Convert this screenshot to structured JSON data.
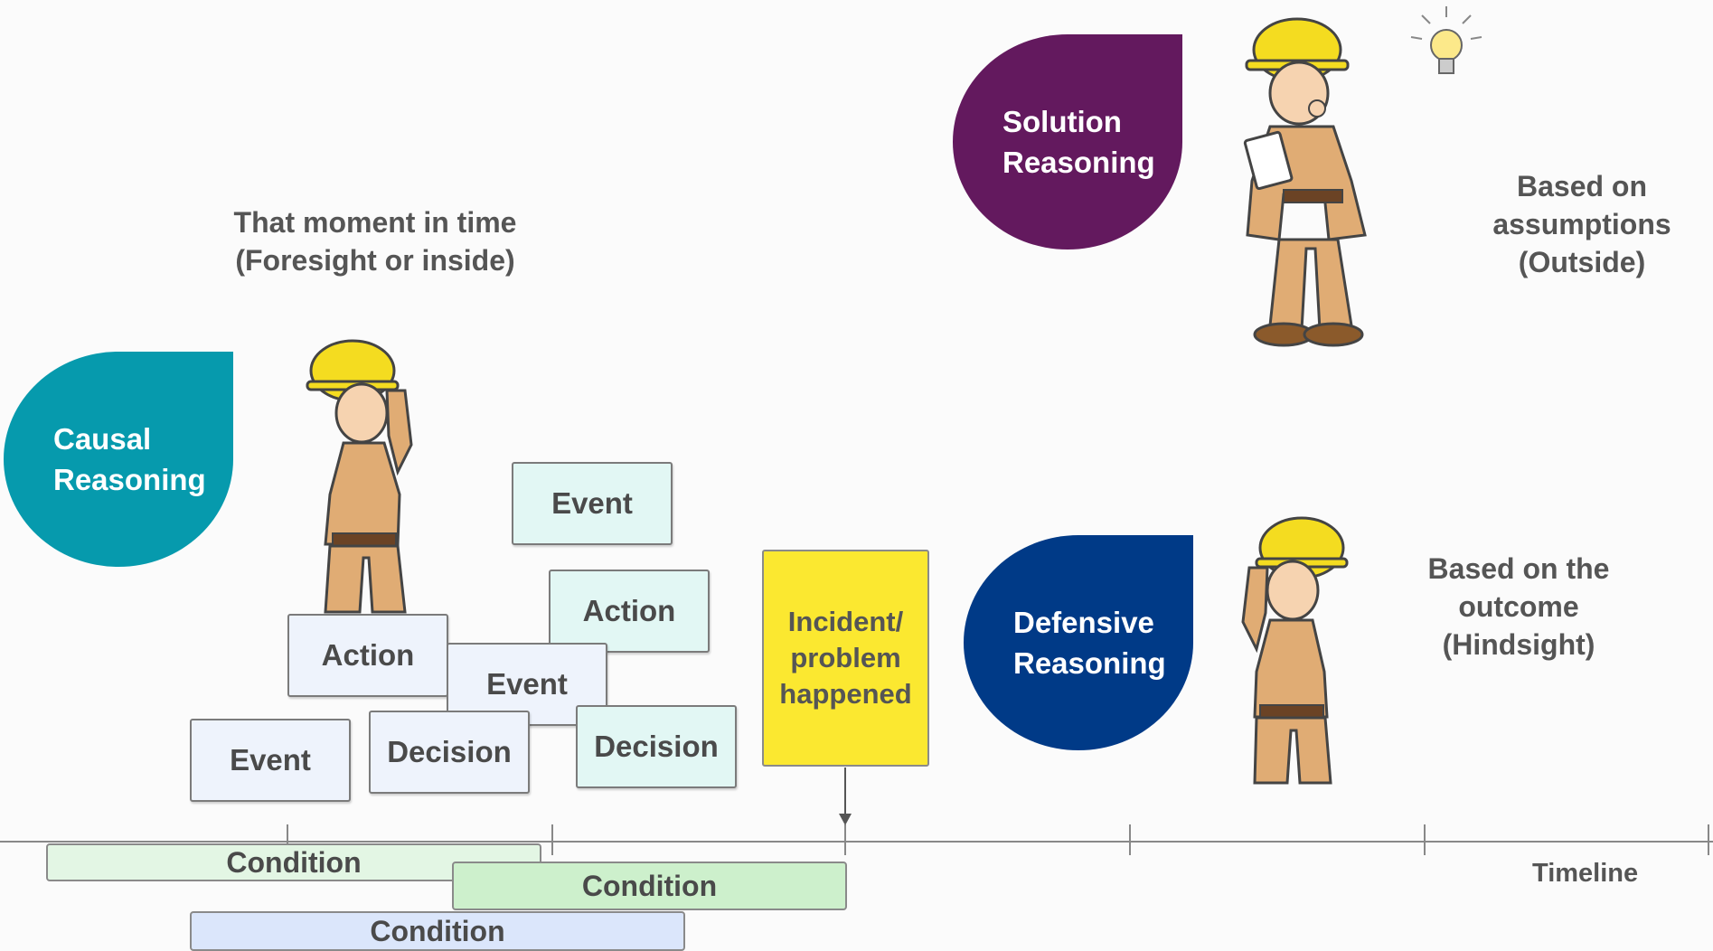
{
  "colors": {
    "solution": "#63195e",
    "causal": "#069aad",
    "defensive": "#003a87",
    "incident": "#fbe830",
    "event_blue": "#eef3fc",
    "event_mint": "#e2f7f4",
    "cond_green_light": "#e3f6e4",
    "cond_green": "#cdf0cc",
    "cond_blue": "#dbe6fb"
  },
  "labels": {
    "solution": "Solution\nReasoning",
    "causal": "Causal\nReasoning",
    "defensive": "Defensive\nReasoning"
  },
  "captions": {
    "moment": "That moment in time\n(Foresight or inside)",
    "assumptions": "Based on\nassumptions\n(Outside)",
    "outcome": "Based on the\noutcome\n(Hindsight)"
  },
  "boxes": {
    "event_top": "Event",
    "action_right": "Action",
    "action_left": "Action",
    "event_middle": "Event",
    "event_bottom": "Event",
    "decision_left": "Decision",
    "decision_right": "Decision"
  },
  "incident": "Incident/\nproblem\nhappened",
  "conditions": [
    "Condition",
    "Condition",
    "Condition"
  ],
  "timeline_label": "Timeline",
  "icons": [
    "worker-thinking-icon",
    "worker-looking-icon",
    "worker-looking-back-icon",
    "lightbulb-icon"
  ]
}
